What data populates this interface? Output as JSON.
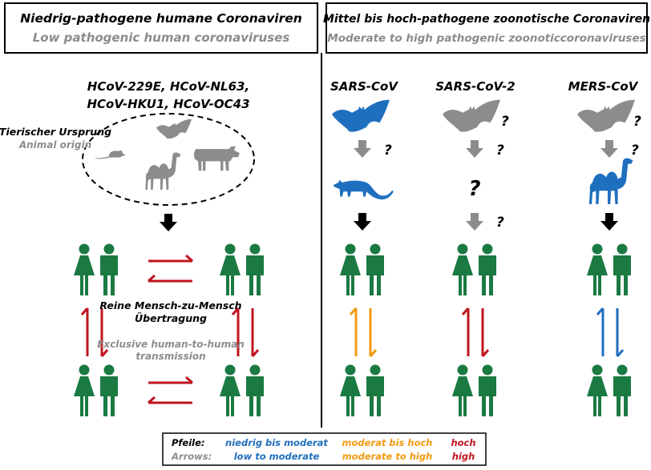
{
  "left_panel": {
    "title_de": "Niedrig-pathogene humane Coronaviren",
    "title_en": "Low pathogenic human coronaviruses",
    "virus_line1": "HCoV-229E, HCoV-NL63,",
    "virus_line2": "HCoV-HKU1, HCoV-OC43",
    "origin_de": "Tierischer Ursprung",
    "origin_en": "Animal origin",
    "transmission_de_line1": "Reine Mensch-zu-Mensch",
    "transmission_de_line2": "Übertragung",
    "transmission_en_line1": "Exclusive human-to-human",
    "transmission_en_line2": "transmission"
  },
  "right_panel": {
    "title_de": "Mittel bis hoch-pathogene zoonotische Coronaviren",
    "title_en": "Moderate to high pathogenic zoonoticcoronaviruses",
    "viruses": [
      {
        "name": "SARS-CoV",
        "bat_question": "",
        "arrow1_question": "?",
        "intermediate_question": "",
        "arrow2_question": "",
        "transmission_level": "moderate-high"
      },
      {
        "name": "SARS-CoV-2",
        "bat_question": "?",
        "arrow1_question": "?",
        "intermediate_question": "?",
        "arrow2_question": "?",
        "transmission_level": "high"
      },
      {
        "name": "MERS-CoV",
        "bat_question": "?",
        "arrow1_question": "?",
        "intermediate_question": "",
        "arrow2_question": "",
        "transmission_level": "low-moderate"
      }
    ]
  },
  "legend": {
    "label_de": "Pfeile:",
    "label_en": "Arrows:",
    "low_de": "niedrig bis moderat",
    "low_en": "low to moderate",
    "mid_de": "moderat bis hoch",
    "mid_en": "moderate to high",
    "high_de": "hoch",
    "high_en": "high"
  },
  "colors": {
    "human_green": "#1a7a42",
    "animal_grey": "#8c8c8c",
    "animal_blue": "#1f6fbf",
    "low_moderate": "#1f6fbf",
    "moderate_high": "#f29a10",
    "high": "#c0141e",
    "black": "#000000",
    "grey_arrow": "#8c8c8c"
  }
}
